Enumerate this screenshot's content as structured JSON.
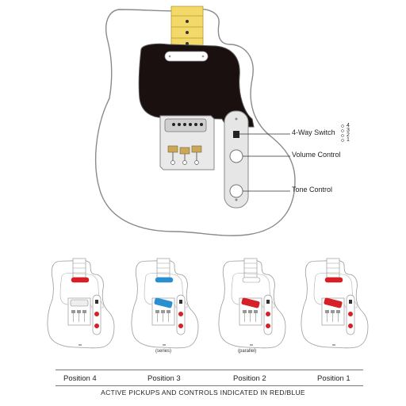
{
  "callouts": {
    "switch": "4-Way Switch",
    "volume": "Volume Control",
    "tone": "Tone Control"
  },
  "switch_positions": [
    "4",
    "3",
    "2",
    "1"
  ],
  "position_notes": {
    "position3": "(series)",
    "position2": "(parallel)"
  },
  "positions": [
    "Position 4",
    "Position 3",
    "Position 2",
    "Position 1"
  ],
  "footer": "ACTIVE PICKUPS AND CONTROLS INDICATED IN RED/BLUE",
  "colors": {
    "active_red": "#d62027",
    "active_blue": "#2a8fd0",
    "pickguard": "#1b1010",
    "neck": "#f3d86a",
    "body_outline": "#8a8a8a"
  },
  "small_diagrams": [
    {
      "position": "Position 4",
      "neck_pickup": "red",
      "bridge_pickup": "off",
      "controls": "red"
    },
    {
      "position": "Position 3",
      "neck_pickup": "blue",
      "bridge_pickup": "blue",
      "controls": "red"
    },
    {
      "position": "Position 2",
      "neck_pickup": "off",
      "bridge_pickup": "red",
      "controls": "red"
    },
    {
      "position": "Position 1",
      "neck_pickup": "red",
      "bridge_pickup": "red",
      "controls": "red"
    }
  ]
}
